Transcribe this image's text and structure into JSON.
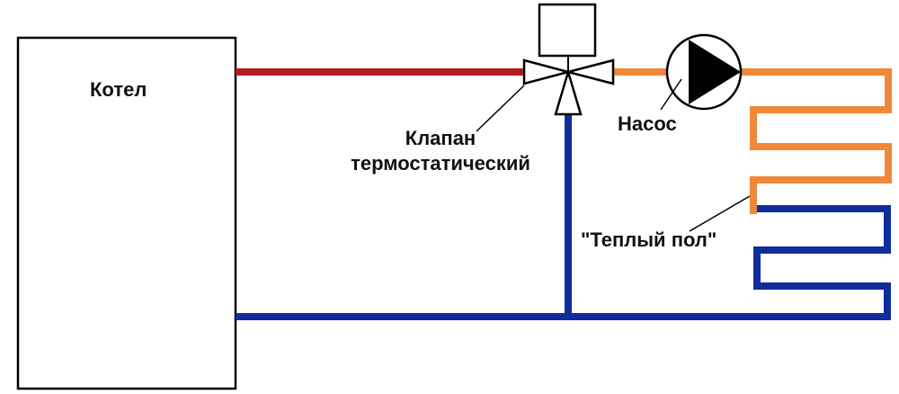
{
  "labels": {
    "boiler": "Котел",
    "valve_line1": "Клапан",
    "valve_line2": "термостатический",
    "pump": "Насос",
    "floor": "\"Теплый пол\""
  },
  "colors": {
    "hot": "#b01c1c",
    "mixed": "#f0883a",
    "return": "#0f2d9c",
    "outline": "#000000"
  },
  "icons": [
    "boiler-rect",
    "three-way-valve-icon",
    "actuator-box",
    "pump-icon"
  ]
}
